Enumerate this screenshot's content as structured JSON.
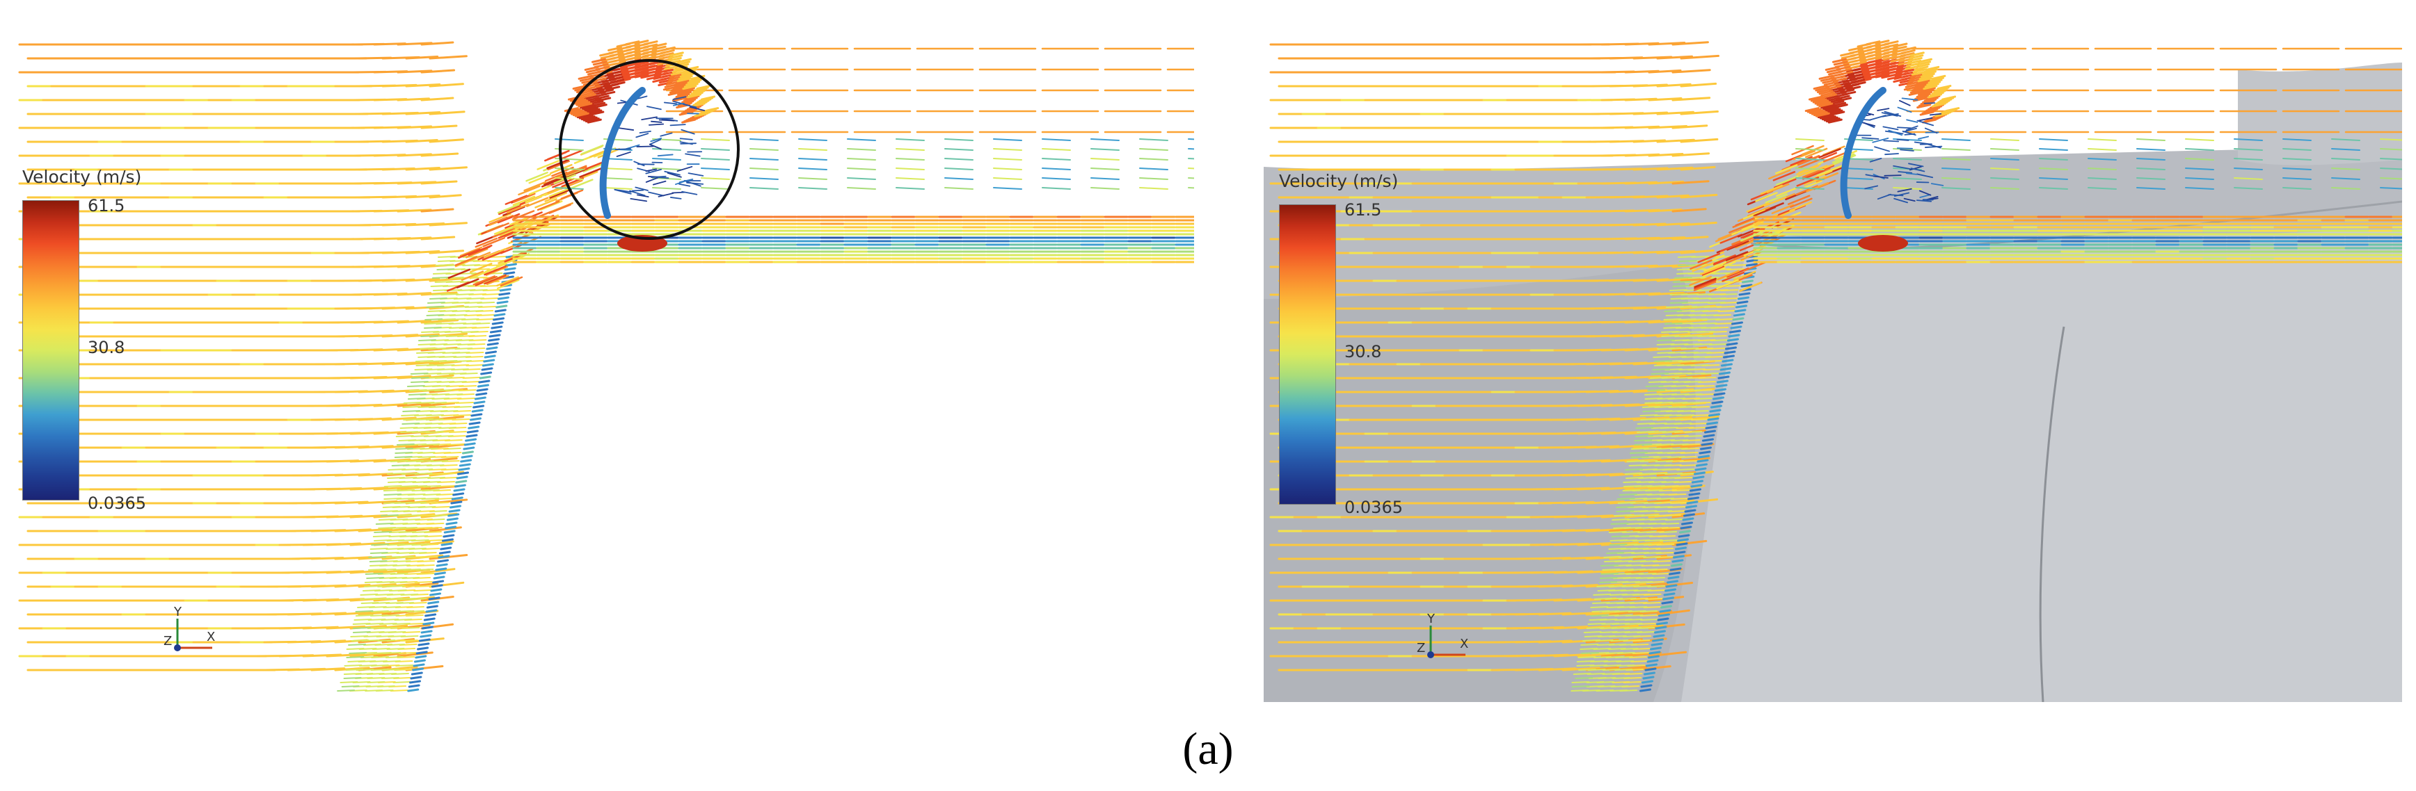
{
  "figure": {
    "caption": "(a)"
  },
  "legend": {
    "title": "Velocity (m/s)",
    "max": "61.5",
    "mid": "30.8",
    "min": "0.0365",
    "colors": [
      "#8b1a0a",
      "#c62f18",
      "#ee4d24",
      "#f77a2c",
      "#fba333",
      "#fcc83c",
      "#f6e34a",
      "#d9ea5e",
      "#a9dd7a",
      "#6cc4a8",
      "#3f9fd0",
      "#2f78c2",
      "#2656a8",
      "#1f3a8f",
      "#1b2474"
    ]
  },
  "axes_triad": {
    "y_label": "Y",
    "z_label": "Z",
    "x_label": "X"
  },
  "panels": [
    {
      "id": "left",
      "background": "plain",
      "has_circle_highlight": true
    },
    {
      "id": "right",
      "background": "vehicle-surface",
      "has_circle_highlight": false
    }
  ]
}
